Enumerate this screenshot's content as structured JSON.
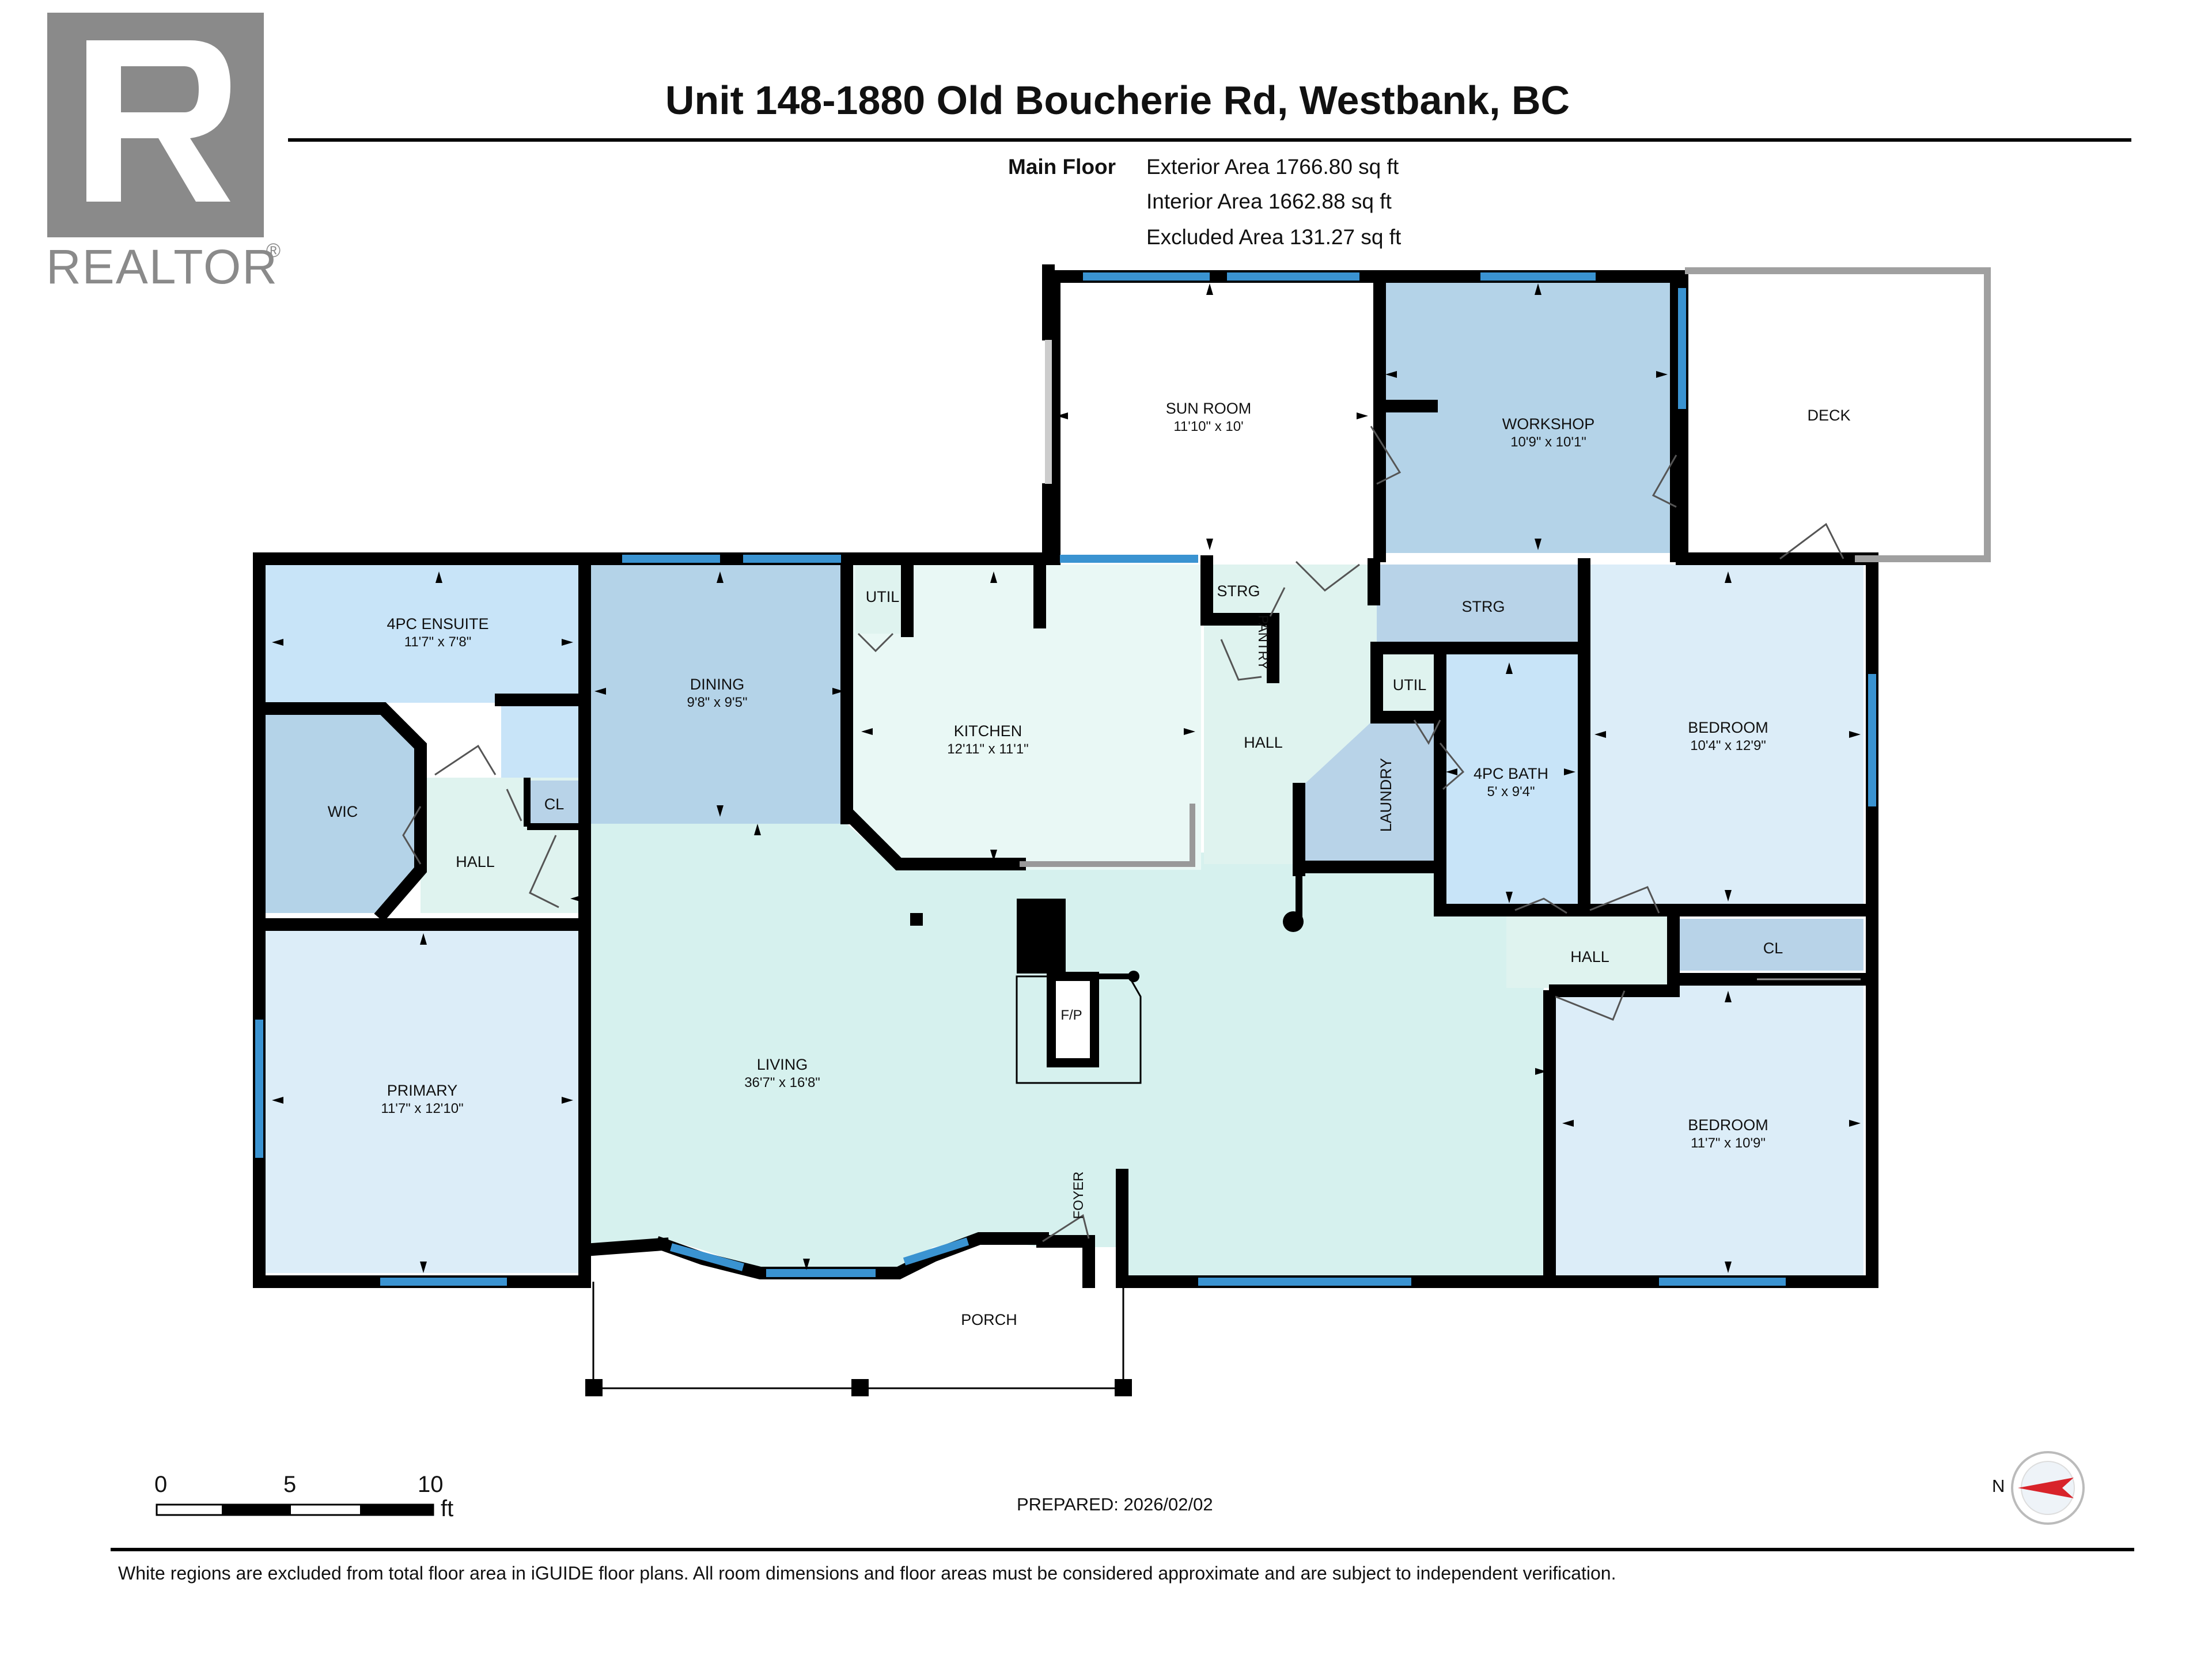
{
  "title": "Unit 148-1880 Old Boucherie Rd, Westbank, BC",
  "logo": {
    "text": "REALTOR",
    "mark": "®",
    "icon": "realtor-r-logo-icon"
  },
  "floor_info": {
    "floor_label": "Main Floor",
    "exterior_area": "Exterior Area 1766.80 sq ft",
    "interior_area": "Interior Area 1662.88 sq ft",
    "excluded_area": "Excluded Area 131.27 sq ft"
  },
  "rooms": {
    "sun_room": {
      "label": "SUN ROOM",
      "dims": "11'10\" x 10'"
    },
    "workshop": {
      "label": "WORKSHOP",
      "dims": "10'9\" x 10'1\""
    },
    "deck": {
      "label": "DECK"
    },
    "ensuite": {
      "label": "4PC ENSUITE",
      "dims": "11'7\" x 7'8\""
    },
    "dining": {
      "label": "DINING",
      "dims": "9'8\" x 9'5\""
    },
    "util_kitchen": {
      "label": "UTIL"
    },
    "kitchen": {
      "label": "KITCHEN",
      "dims": "12'11\" x 11'1\""
    },
    "strg_small": {
      "label": "STRG"
    },
    "pantry": {
      "label": "PANTRY"
    },
    "hall_center": {
      "label": "HALL"
    },
    "strg_large": {
      "label": "STRG"
    },
    "util_laundry": {
      "label": "UTIL"
    },
    "laundry": {
      "label": "LAUNDRY"
    },
    "bath": {
      "label": "4PC BATH",
      "dims": "5' x 9'4\""
    },
    "bedroom_top": {
      "label": "BEDROOM",
      "dims": "10'4\" x 12'9\""
    },
    "wic": {
      "label": "WIC"
    },
    "cl_left": {
      "label": "CL"
    },
    "hall_left": {
      "label": "HALL"
    },
    "primary": {
      "label": "PRIMARY",
      "dims": "11'7\" x 12'10\""
    },
    "living": {
      "label": "LIVING",
      "dims": "36'7\" x 16'8\""
    },
    "fireplace": {
      "label": "F/P"
    },
    "foyer": {
      "label": "FOYER"
    },
    "hall_right": {
      "label": "HALL"
    },
    "cl_right": {
      "label": "CL"
    },
    "bedroom_bottom": {
      "label": "BEDROOM",
      "dims": "11'7\" x 10'9\""
    },
    "porch": {
      "label": "PORCH"
    }
  },
  "scale": {
    "ticks": [
      "0",
      "5",
      "10"
    ],
    "unit": "ft"
  },
  "prepared": "PREPARED: 2026/02/02",
  "compass": {
    "label": "N",
    "icon": "north-arrow-compass-icon"
  },
  "disclaimer": "White regions are excluded from total floor area in iGUIDE floor plans. All room dimensions and floor areas must be considered approximate and are subject to independent verification.",
  "colors": {
    "living_fill": "#d6f1ee",
    "kitchen_fill": "#e9f8f5",
    "bedroom_fill": "#dcedf8",
    "bath_fill": "#c8e4f8",
    "storage_fill": "#b8d3e8",
    "dining_fill": "#b4d3e8",
    "window_blue": "#3a93d1",
    "wall": "#000000",
    "deck_border": "#a0a0a0"
  }
}
